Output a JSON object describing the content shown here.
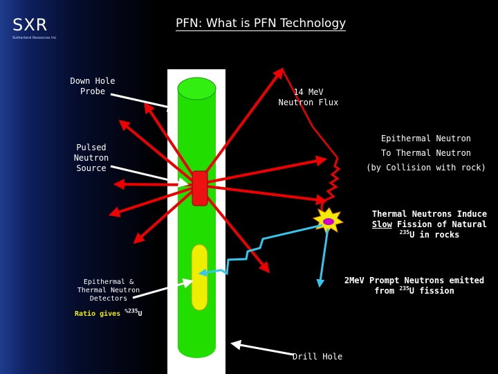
{
  "header": {
    "logo": "SXR",
    "logo_tagline": "Sutherland Resources Inc",
    "title": "PFN:  What is PFN Technology"
  },
  "labels": {
    "down_hole_probe": [
      "Down Hole",
      "Probe"
    ],
    "neutron_flux": [
      "14 MeV",
      "Neutron Flux"
    ],
    "pulsed_neutron_source": [
      "Pulsed",
      "Neutron",
      "Source"
    ],
    "epithermal_to_thermal": [
      "Epithermal Neutron",
      "To Thermal Neutron",
      "(by Collision with rock)"
    ],
    "thermal_fission": {
      "line1": "Thermal Neutrons Induce",
      "line2_underlined": "Slow",
      "line2_rest": " Fission of Natural",
      "line3_sup": "235",
      "line3_rest": "U in rocks"
    },
    "detectors": [
      "Epithermal &",
      "Thermal Neutron",
      "Detectors"
    ],
    "ratio": {
      "text": "Ratio gives ",
      "sup": "%235",
      "rest": "U"
    },
    "prompt_neutrons": {
      "line1": "2MeV Prompt Neutrons emitted",
      "line2_pre": "from ",
      "line2_sup": "235",
      "line2_rest": "U  fission"
    },
    "drill_hole": "Drill Hole"
  },
  "colors": {
    "probe_green": "#22dd00",
    "source_red": "#ee1111",
    "arrow_red": "#ee0000",
    "arrow_cyan": "#33c8ee",
    "detector_yellow": "#f0ee00",
    "hole_white": "#ffffff",
    "title_underline": "#ffffff"
  },
  "icons": {
    "fission_burst": "starburst-icon",
    "neutron_squiggle": "zigzag-icon"
  }
}
